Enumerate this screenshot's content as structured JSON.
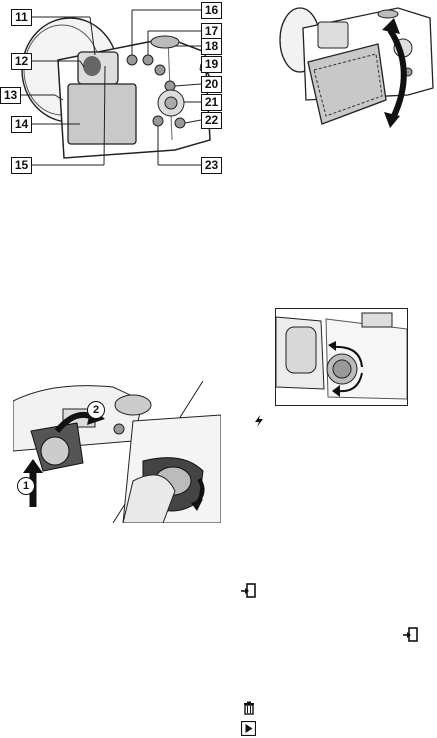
{
  "camera_rear": {
    "callouts_left": [
      "11",
      "12",
      "13",
      "14",
      "15"
    ],
    "callouts_right": [
      "16",
      "17",
      "18",
      "19",
      "20",
      "21",
      "22",
      "23"
    ]
  },
  "eyecup": {
    "step_labels": [
      "2",
      "1"
    ]
  },
  "side_icons": [
    {
      "name": "flash-icon"
    },
    {
      "name": "send-to-smartphone-icon"
    },
    {
      "name": "send-to-smartphone-icon"
    },
    {
      "name": "trash-icon"
    },
    {
      "name": "playback-icon"
    }
  ]
}
